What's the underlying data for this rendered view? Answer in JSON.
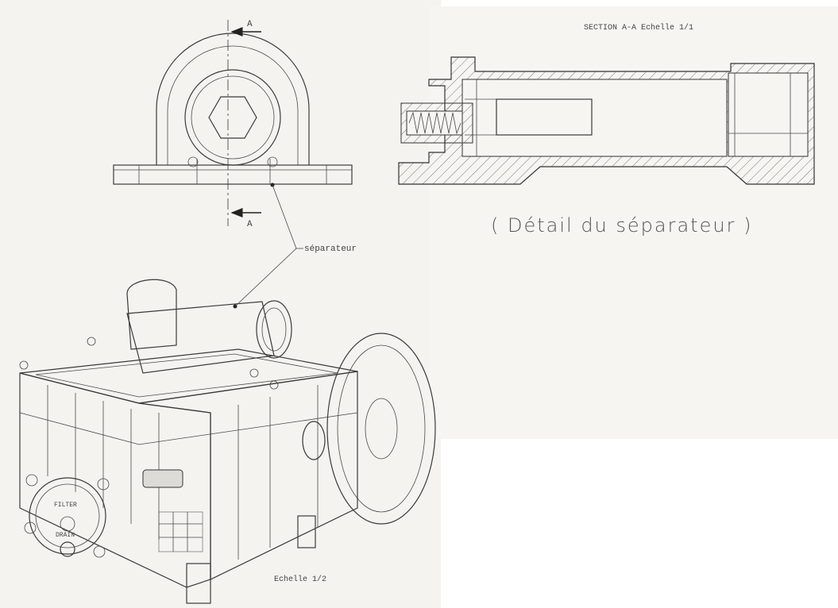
{
  "labels": {
    "section_title": "SECTION  A-A   Echelle 1/1",
    "arrow_top": "A",
    "arrow_bottom": "A",
    "callout": "séparateur",
    "detail_caption": "( Détail du séparateur )",
    "scale_bottom": "Echelle 1/2",
    "filter": "FILTER",
    "drain": "DRAIN"
  },
  "colors": {
    "paper": "#f4f3f0",
    "ink": "#3a3a3a"
  }
}
